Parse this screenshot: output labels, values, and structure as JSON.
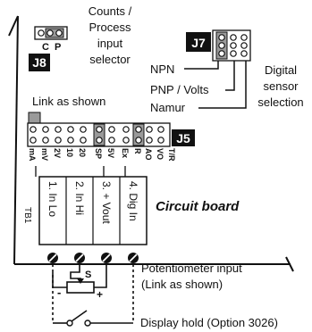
{
  "j8": {
    "label": "J8",
    "pin_labels": [
      "C",
      "P"
    ],
    "caption_lines": [
      "Counts /",
      "Process",
      "input",
      "selector"
    ]
  },
  "j7": {
    "label": "J7",
    "options": [
      "NPN",
      "PNP / Volts",
      "Namur"
    ],
    "caption_lines": [
      "Digital",
      "sensor",
      "selection"
    ]
  },
  "j5": {
    "label": "J5",
    "note": "Link as shown",
    "pin_labels": [
      "mA",
      "mV",
      "2V",
      "10",
      "20",
      "SP",
      "5V",
      "Ex",
      "R",
      "AO",
      "VO",
      "T/R"
    ]
  },
  "board": {
    "title": "Circuit board",
    "terminal_block": "TB1",
    "terminals": [
      "1. In Lo",
      "2. In Hi",
      "3. + Vout",
      "4. Dig In"
    ]
  },
  "wiring": {
    "pot_labels": [
      "S",
      "-",
      "+"
    ],
    "pot_caption_lines": [
      "Potentiometer input",
      "(Link as shown)"
    ],
    "hold_caption": "Display hold (Option 3026)"
  },
  "colors": {
    "line": "#111111",
    "shaded_pin": "#9a9a9a",
    "label_bg": "#111111",
    "label_fg": "#ffffff"
  }
}
